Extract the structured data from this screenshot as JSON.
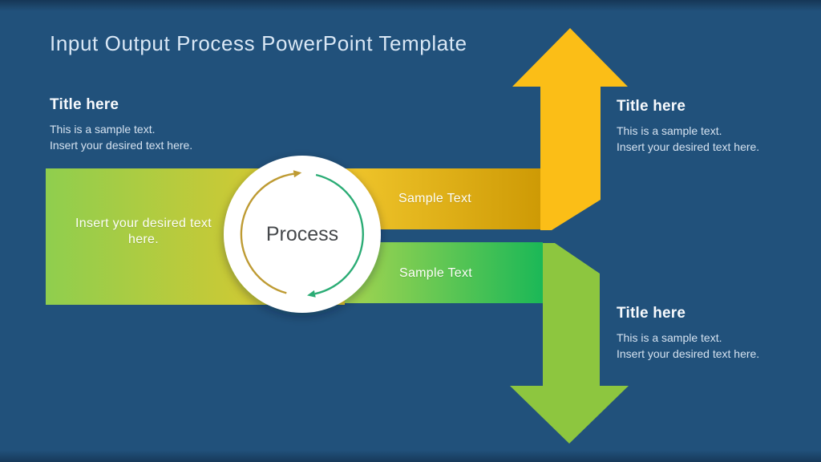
{
  "slide_title": "Input Output Process PowerPoint Template",
  "text_blocks": {
    "left": {
      "heading": "Title here",
      "body_line1": "This is a sample text.",
      "body_line2": "Insert your desired text here."
    },
    "top_right": {
      "heading": "Title here",
      "body_line1": "This is a sample text.",
      "body_line2": "Insert your desired text here."
    },
    "bottom_right": {
      "heading": "Title here",
      "body_line1": "This is a sample text.",
      "body_line2": "Insert your desired text here."
    }
  },
  "diagram": {
    "process_label": "Process",
    "input_band_label": "Insert your desired text here.",
    "output_top_label": "Sample Text",
    "output_bottom_label": "Sample Text"
  },
  "colors": {
    "background": "#21517B",
    "title_text": "#D9E7F5",
    "heading_text": "#F8FAFD",
    "body_text": "#D5E2F0",
    "up_arrow": "#FBBE17",
    "down_arrow": "#8DC63F",
    "input_band_start": "#8FCE4E",
    "input_band_end": "#EBC728",
    "output_top_band_start": "#F0C62C",
    "output_top_band_end": "#CE9A05",
    "output_bottom_band_start": "#A5D550",
    "output_bottom_band_end": "#1BB857",
    "process_circle": "#FFFFFF",
    "cycle_arc_gold": "#BE9B33",
    "cycle_arc_green": "#2BAC75",
    "process_text": "#45484B"
  }
}
